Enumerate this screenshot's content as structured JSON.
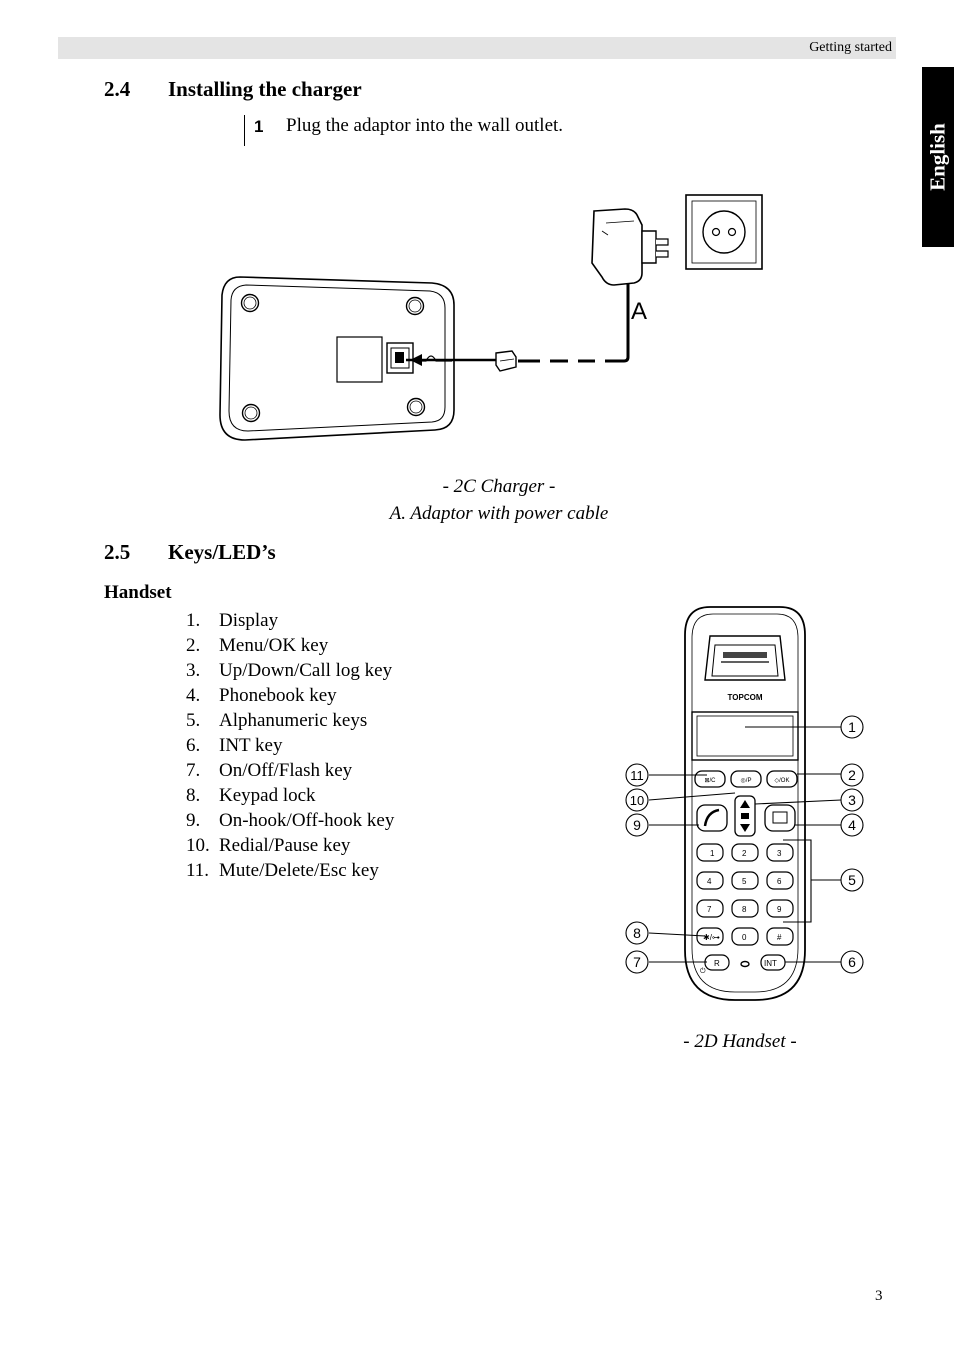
{
  "header": {
    "section": "Getting started"
  },
  "language_tab": "English",
  "section_2_4": {
    "number": "2.4",
    "title": "Installing the charger",
    "step_number": "1",
    "step_text": "Plug the adaptor into the wall outlet.",
    "figure_label": "A",
    "caption": "- 2C Charger -",
    "caption_sub": "A.  Adaptor with power cable"
  },
  "section_2_5": {
    "number": "2.5",
    "title": "Keys/LED’s",
    "subheading": "Handset",
    "items": [
      {
        "num": "1.",
        "label": "Display"
      },
      {
        "num": "2.",
        "label": "Menu/OK key"
      },
      {
        "num": "3.",
        "label": "Up/Down/Call log key"
      },
      {
        "num": "4.",
        "label": "Phonebook key"
      },
      {
        "num": "5.",
        "label": "Alphanumeric keys"
      },
      {
        "num": "6.",
        "label": "INT key"
      },
      {
        "num": "7.",
        "label": "On/Off/Flash key"
      },
      {
        "num": "8.",
        "label": "Keypad lock"
      },
      {
        "num": "9.",
        "label": "On-hook/Off-hook key"
      },
      {
        "num": "10.",
        "label": "Redial/Pause key"
      },
      {
        "num": "11.",
        "label": "Mute/Delete/Esc key"
      }
    ],
    "caption": "- 2D Handset -",
    "handset": {
      "brand": "TOPCOM",
      "callouts": [
        "1",
        "2",
        "3",
        "4",
        "5",
        "6",
        "7",
        "8",
        "9",
        "10",
        "11"
      ],
      "keys": [
        "1",
        "2",
        "3",
        "4",
        "5",
        "6",
        "7",
        "8",
        "9",
        "0",
        "#",
        "R",
        "INT"
      ]
    }
  },
  "page_number": "3"
}
